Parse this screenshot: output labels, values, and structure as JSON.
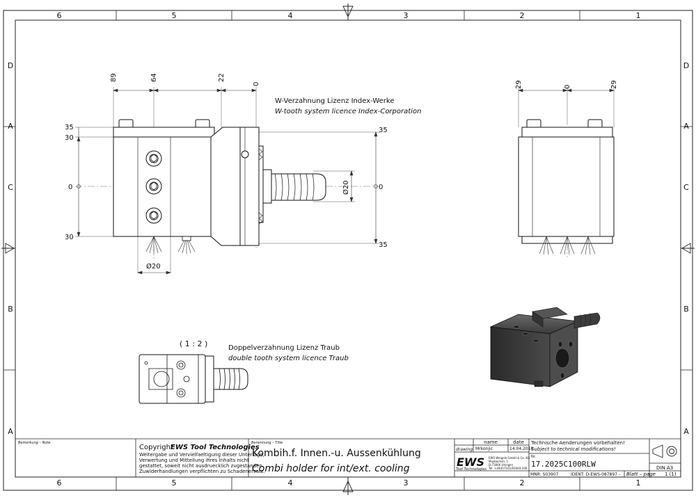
{
  "frame": {
    "col_labels_top": [
      "6",
      "5",
      "4",
      "3",
      "2",
      "1"
    ],
    "col_labels_bottom": [
      "6",
      "5",
      "4",
      "3",
      "2",
      "1"
    ],
    "row_labels_left": [
      "D",
      "C",
      "B",
      "A"
    ],
    "row_labels_right": [
      "D",
      "C",
      "B",
      "A"
    ],
    "edge_marks": [
      "A",
      "A"
    ]
  },
  "front_view": {
    "dim_top": [
      "89",
      "64",
      "22",
      "0"
    ],
    "dim_left": [
      "35",
      "30",
      "0",
      "30"
    ],
    "dim_right": [
      "35",
      "0",
      "35"
    ],
    "shank_dia": "Ø20",
    "bore_dia": "Ø20",
    "note_de": "W-Verzahnung Lizenz Index-Werke",
    "note_en": "W-tooth system licence Index-Corporation"
  },
  "side_view": {
    "dim_top": [
      "29",
      "0",
      "29"
    ]
  },
  "detail_view": {
    "scale": "( 1 : 2 )",
    "note_de": "Doppelverzahnung Lizenz Traub",
    "note_en": "double tooth system licence Traub"
  },
  "title_block": {
    "remark_label": "Bemerkung – Note",
    "copyright_prefix": "Copyright",
    "copyright_brand": "EWS Tool Technologies",
    "copyright_lines": [
      "Weitergabe und Vervielfaeltigung dieser Unterlage,",
      "Verwertung und Mitteilung ihres Inhalts nicht",
      "gestattet, soweit nicht ausdruecklich zugestanden.",
      "Zuwiderhandlungen verpflichten zu Schadenersatz."
    ],
    "title_label": "Benennung – Title",
    "title_de": "Kombih.f. Innen.-u. Aussenkühlung",
    "title_en": "Combi holder for int/ext. cooling",
    "hdr_name": "name",
    "hdr_date": "date",
    "drawing_label": "drawing",
    "drawing_name": "Mrkonjic",
    "drawing_date": "14.04.2010",
    "logo": "EWS",
    "logo_sub": "Tool Technologies",
    "company_lines": [
      "EWS Weigele GmbH & Co. KG",
      "Maybachstr. 1",
      "D-73066 Uhingen",
      "Tel. +49(0)7161/93040-100"
    ],
    "notice_de": "Technische Aenderungen vorbehalten!",
    "notice_en": "Subject to technical modifications!",
    "nr_label": "Nr.",
    "part_number": "17.2025C100RLW",
    "mnr": "MNR: S03907",
    "ident": "IDENT: D-EWS-087897 -",
    "sheet_label": "Blatt – page",
    "sheet_value": "1 (1)",
    "format": "DIN A3"
  }
}
